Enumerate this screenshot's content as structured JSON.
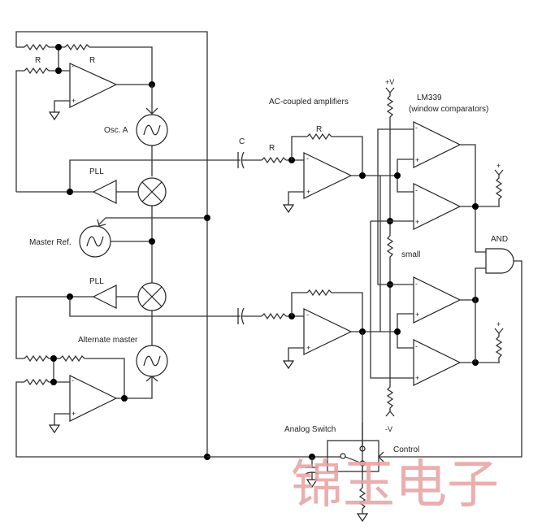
{
  "diagram": {
    "type": "circuit-schematic",
    "labels": {
      "resistor_r1": "R",
      "resistor_r2": "R",
      "osc_a": "Osc. A",
      "pll_top": "PLL",
      "master_ref": "Master Ref.",
      "pll_bottom": "PLL",
      "alternate_master": "Alternate master",
      "ac_coupled": "AC-coupled amplifiers",
      "capacitor_c": "C",
      "amp_r_in": "R",
      "amp_r_fb": "R",
      "lm339": "LM339",
      "window_comparators": "(window comparators)",
      "plus_v": "+V",
      "minus_v": "-V",
      "small": "small",
      "and_gate": "AND",
      "pullup_plus_1": "+",
      "pullup_plus_2": "+",
      "analog_switch": "Analog Switch",
      "control": "Control"
    },
    "opamp_pins": {
      "inv": "-",
      "noninv": "+"
    },
    "watermark": "锦玉电子",
    "colors": {
      "wire": "#333333",
      "node": "#000000",
      "watermark": "#e8a0a0"
    }
  }
}
